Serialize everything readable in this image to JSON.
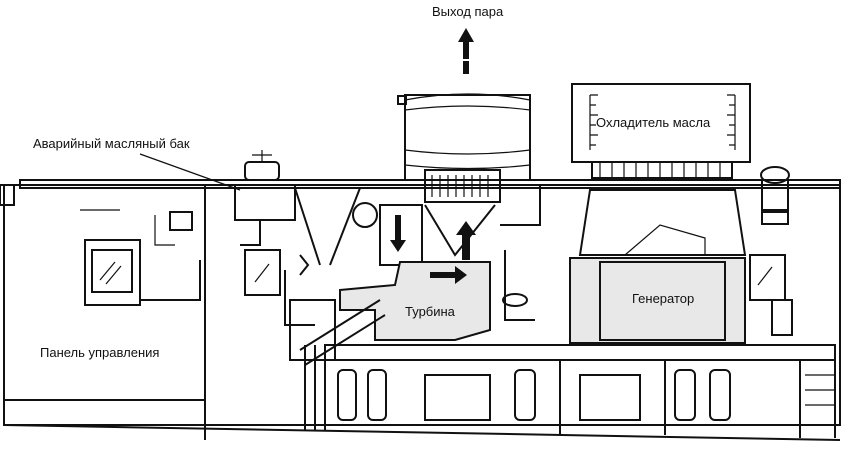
{
  "labels": {
    "steam_exit": "Выход пара",
    "oil_cooler": "Охладитель масла",
    "emergency_oil_tank": "Аварийный масляный бак",
    "turbine": "Турбина",
    "generator": "Генератор",
    "control_panel": "Панель управления"
  }
}
